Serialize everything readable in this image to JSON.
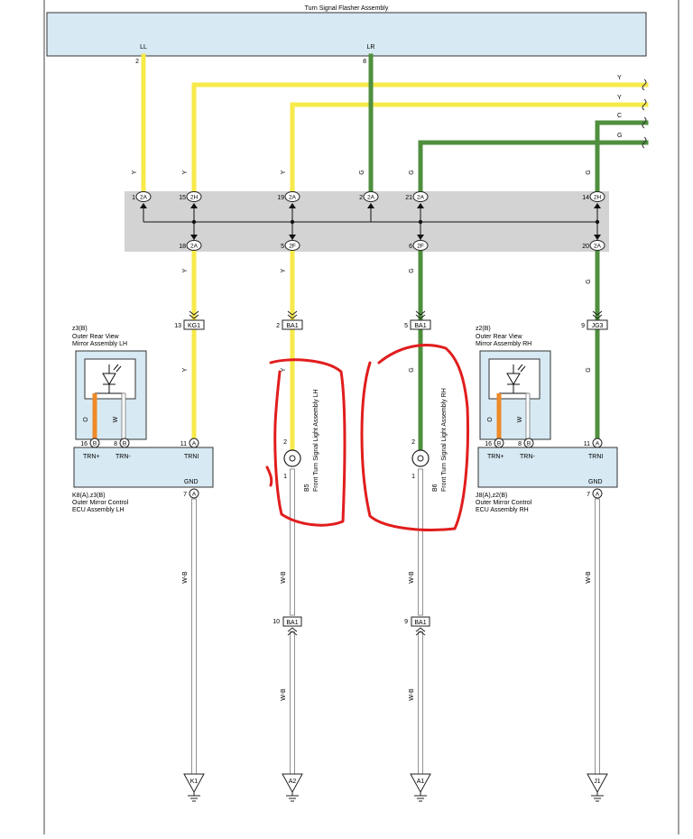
{
  "title": "Turn Signal Flasher Assembly",
  "colors": {
    "yellow": "#f7ea4a",
    "green": "#4f8f3e",
    "orange": "#ee8a2a",
    "splice_box": "#d3d3d3",
    "component_fill": "#d7e9f3",
    "annotation": "#e11d1d",
    "wire_gray": "#888888"
  },
  "flasher": {
    "pins": [
      {
        "name": "LL",
        "num": "2"
      },
      {
        "name": "LR",
        "num": "8"
      }
    ]
  },
  "right_wires": [
    "Y",
    "Y",
    "C",
    "G"
  ],
  "splice_upper": [
    {
      "num": "1",
      "code": "2A",
      "wire": "Y"
    },
    {
      "num": "15",
      "code": "2H",
      "wire": "Y"
    },
    {
      "num": "19",
      "code": "2A",
      "wire": "Y"
    },
    {
      "num": "2",
      "code": "2A",
      "wire": "G"
    },
    {
      "num": "21",
      "code": "2A",
      "wire": "G"
    },
    {
      "num": "14",
      "code": "2H",
      "wire": "G"
    }
  ],
  "splice_lower": [
    {
      "num": "18",
      "code": "2A",
      "wire": "Y"
    },
    {
      "num": "5",
      "code": "2F",
      "wire": "Y"
    },
    {
      "num": "6",
      "code": "2F",
      "wire": "G"
    },
    {
      "num": "20",
      "code": "2A",
      "wire": "G"
    }
  ],
  "connectors": [
    {
      "num": "13",
      "code": "KG1",
      "wire": "Y"
    },
    {
      "num": "2",
      "code": "BA1",
      "wire": "Y"
    },
    {
      "num": "5",
      "code": "BA1",
      "wire": "G"
    },
    {
      "num": "9",
      "code": "JG3",
      "wire": "G"
    }
  ],
  "mirror_lh": {
    "id": "z3(B)",
    "line1": "Outer Rear View",
    "line2": "Mirror Assembly LH",
    "wire1": "O",
    "wire2": "W",
    "pins": [
      {
        "num": "16",
        "code": "B",
        "label": "TRN+"
      },
      {
        "num": "8",
        "code": "B",
        "label": "TRN-"
      }
    ]
  },
  "mirror_rh": {
    "id": "z2(B)",
    "line1": "Outer Rear View",
    "line2": "Mirror Assembly RH",
    "wire1": "O",
    "wire2": "W",
    "pins": [
      {
        "num": "16",
        "code": "B",
        "label": "TRN+"
      },
      {
        "num": "8",
        "code": "B",
        "label": "TRN-"
      }
    ]
  },
  "ecu_lh": {
    "trni_num": "11",
    "trni_code": "A",
    "trni_label": "TRNI",
    "gnd_label": "GND",
    "gnd_num": "7",
    "gnd_code": "A",
    "id": "K8(A),z3(B)",
    "line1": "Outer Mirror Control",
    "line2": "ECU Assembly LH"
  },
  "ecu_rh": {
    "trni_num": "11",
    "trni_code": "A",
    "trni_label": "TRNI",
    "gnd_label": "GND",
    "gnd_num": "7",
    "gnd_code": "A",
    "id": "J8(A),z2(B)",
    "line1": "Outer Mirror Control",
    "line2": "ECU Assembly RH"
  },
  "lamp_lh": {
    "id": "B5",
    "name": "Front Turn Signal Light Assembly LH",
    "pin_top": "2",
    "pin_bottom": "1",
    "wire": "Y"
  },
  "lamp_rh": {
    "id": "B6",
    "name": "Front Turn Signal Light Assembly RH",
    "pin_top": "2",
    "pin_bottom": "1",
    "wire": "G"
  },
  "ground_wires": [
    "W-B",
    "W-B",
    "W-B",
    "W-B"
  ],
  "ground_connectors": [
    {
      "num": "10",
      "code": "BA1"
    },
    {
      "num": "9",
      "code": "BA1"
    }
  ],
  "ground_wires_lower": [
    "W-B",
    "W-B"
  ],
  "grounds": [
    "K1",
    "A2",
    "A1",
    "J1"
  ]
}
